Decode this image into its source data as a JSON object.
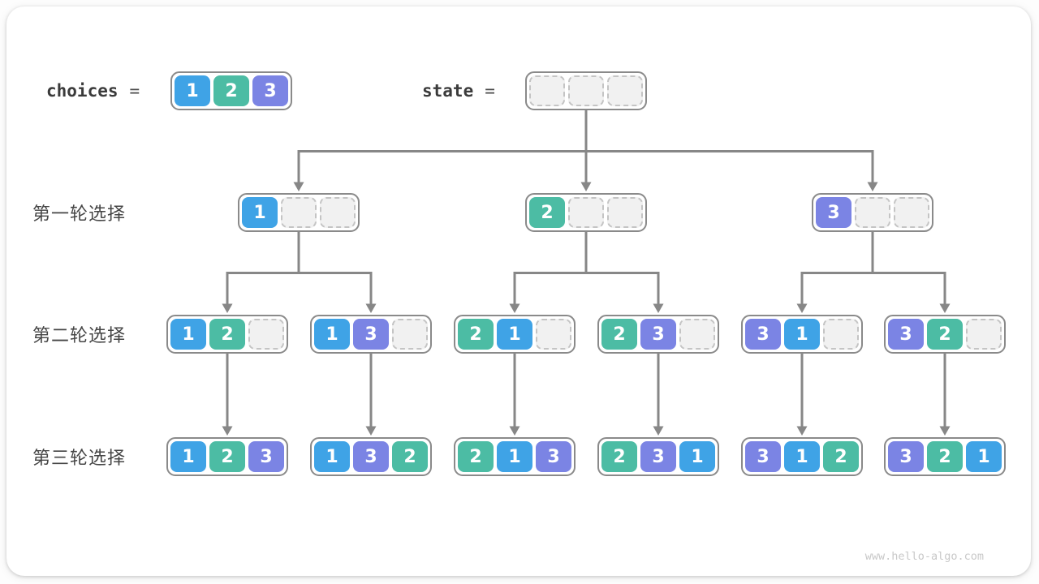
{
  "diagram": {
    "choices": {
      "label": "choices",
      "equals": "=",
      "values": [
        1,
        2,
        3
      ]
    },
    "state": {
      "label": "state",
      "equals": "=",
      "values": [
        null,
        null,
        null
      ]
    },
    "round_labels": [
      "第一轮选择",
      "第二轮选择",
      "第三轮选择"
    ],
    "tree": {
      "level1": [
        [
          1,
          null,
          null
        ],
        [
          2,
          null,
          null
        ],
        [
          3,
          null,
          null
        ]
      ],
      "level2": [
        [
          1,
          2,
          null
        ],
        [
          1,
          3,
          null
        ],
        [
          2,
          1,
          null
        ],
        [
          2,
          3,
          null
        ],
        [
          3,
          1,
          null
        ],
        [
          3,
          2,
          null
        ]
      ],
      "level3": [
        [
          1,
          2,
          3
        ],
        [
          1,
          3,
          2
        ],
        [
          2,
          1,
          3
        ],
        [
          2,
          3,
          1
        ],
        [
          3,
          1,
          2
        ],
        [
          3,
          2,
          1
        ]
      ]
    },
    "colors": {
      "1": "#3fa3e6",
      "2": "#4cbca4",
      "3": "#7b84e4",
      "arrow": "#878787",
      "box_border": "#8a8a8a",
      "empty_fill": "#f1f1f1",
      "empty_border": "#c4c4c4"
    },
    "watermark": "www.hello-algo.com"
  }
}
